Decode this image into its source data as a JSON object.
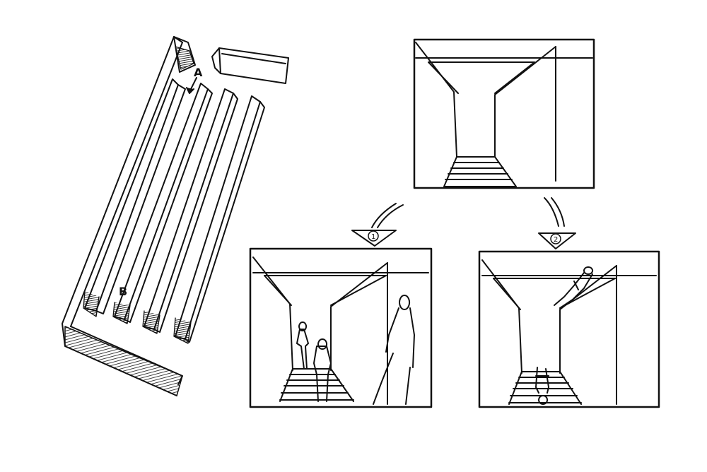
{
  "labels": {
    "a": "A",
    "b": "B",
    "step_1": "1",
    "step_2": "2"
  },
  "colors": {
    "ink": "#111111",
    "paper": "#ffffff"
  }
}
